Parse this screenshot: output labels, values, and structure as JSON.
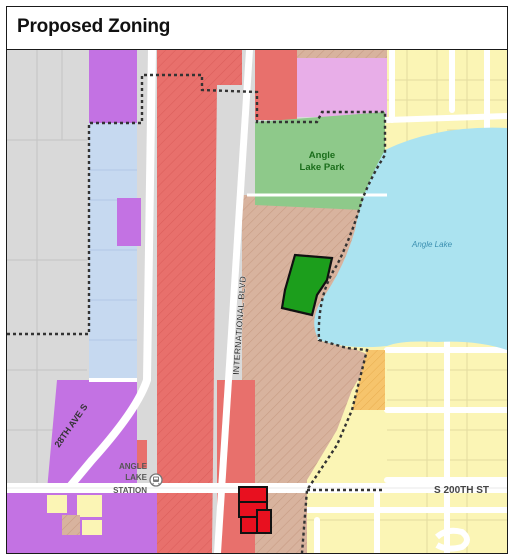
{
  "title": "Proposed Zoning",
  "labels": {
    "park": [
      "Angle",
      "Lake Park"
    ],
    "lake": "Angle Lake",
    "intl_blvd": "INTERNATIONAL BLVD",
    "ave28": "28TH AVE S",
    "station": [
      "ANGLE",
      "LAKE",
      "STATION"
    ],
    "s200": "S 200TH ST"
  },
  "colors": {
    "background": "#d9d9d9",
    "commercial_red": "#e8706c",
    "mixed_use_purple": "#c372e3",
    "light_purple": "#e8aee8",
    "residential_yellow": "#fbf5b5",
    "light_blue": "#c6d9f0",
    "park_green": "#8ec98a",
    "dark_green": "#1c9e1c",
    "hatched_tan": "#d8b39e",
    "orange": "#f6c46c",
    "lake": "#abe3f0",
    "road": "#ffffff",
    "selected_red": "#e8101f"
  },
  "icons": [
    "transit-station-icon"
  ]
}
